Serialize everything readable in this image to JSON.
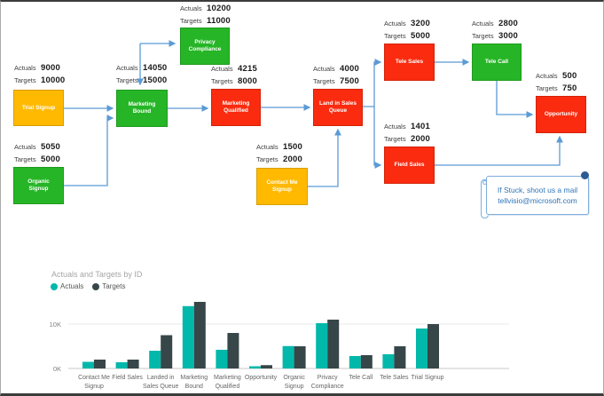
{
  "stat_labels": {
    "actuals": "Actuals",
    "targets": "Targets"
  },
  "flow": {
    "nodes": [
      {
        "id": "trial-signup",
        "label": "Trial Signup",
        "actuals": 9000,
        "targets": 10000,
        "fill": "#FFB900",
        "border": "#d89e00",
        "status": "amber"
      },
      {
        "id": "organic-signup",
        "label": "Organic Signup",
        "actuals": 5050,
        "targets": 5000,
        "fill": "#26B526",
        "border": "#1d9a1d",
        "status": "green"
      },
      {
        "id": "marketing-bound",
        "label": "Marketing Bound",
        "actuals": 14050,
        "targets": 15000,
        "fill": "#26B526",
        "border": "#1d9a1d",
        "status": "green"
      },
      {
        "id": "privacy-compliance",
        "label": "Privacy Compliance",
        "actuals": 10200,
        "targets": 11000,
        "fill": "#26B526",
        "border": "#1d9a1d",
        "status": "green"
      },
      {
        "id": "marketing-qualified",
        "label": "Marketing Qualified",
        "actuals": 4215,
        "targets": 8000,
        "fill": "#FA2B0F",
        "border": "#d42408",
        "status": "red"
      },
      {
        "id": "land-in-sales-queue",
        "label": "Land in Sales Queue",
        "actuals": 4000,
        "targets": 7500,
        "fill": "#FA2B0F",
        "border": "#d42408",
        "status": "red"
      },
      {
        "id": "contact-me-signup",
        "label": "Contact Me Signup",
        "actuals": 1500,
        "targets": 2000,
        "fill": "#FFB900",
        "border": "#d89e00",
        "status": "amber"
      },
      {
        "id": "tele-sales",
        "label": "Tele Sales",
        "actuals": 3200,
        "targets": 5000,
        "fill": "#FA2B0F",
        "border": "#d42408",
        "status": "red"
      },
      {
        "id": "tele-call",
        "label": "Tele Call",
        "actuals": 2800,
        "targets": 3000,
        "fill": "#26B526",
        "border": "#1d9a1d",
        "status": "green"
      },
      {
        "id": "field-sales",
        "label": "Field Sales",
        "actuals": 1401,
        "targets": 2000,
        "fill": "#FA2B0F",
        "border": "#d42408",
        "status": "red"
      },
      {
        "id": "opportunity",
        "label": "Opportunity",
        "actuals": 500,
        "targets": 750,
        "fill": "#FA2B0F",
        "border": "#d42408",
        "status": "red"
      }
    ],
    "edges": [
      {
        "from": "trial-signup",
        "to": "marketing-bound"
      },
      {
        "from": "organic-signup",
        "to": "marketing-bound"
      },
      {
        "from": "marketing-bound",
        "to": "privacy-compliance"
      },
      {
        "from": "privacy-compliance",
        "to": "marketing-bound"
      },
      {
        "from": "marketing-bound",
        "to": "marketing-qualified"
      },
      {
        "from": "marketing-qualified",
        "to": "land-in-sales-queue"
      },
      {
        "from": "contact-me-signup",
        "to": "land-in-sales-queue"
      },
      {
        "from": "land-in-sales-queue",
        "to": "tele-sales"
      },
      {
        "from": "land-in-sales-queue",
        "to": "field-sales"
      },
      {
        "from": "tele-sales",
        "to": "tele-call"
      },
      {
        "from": "tele-call",
        "to": "opportunity"
      },
      {
        "from": "field-sales",
        "to": "opportunity"
      }
    ],
    "connector_color": "#5B9BD5",
    "note": {
      "line1": "If Stuck, shoot us a mail",
      "line2": "tellvisio@microsoft.com",
      "text_color": "#2e75b6"
    }
  },
  "chart_data": {
    "type": "bar",
    "title": "Actuals and Targets by ID",
    "categories": [
      "Contact Me Signup",
      "Field Sales",
      "Landed in Sales Queue",
      "Marketing Bound",
      "Marketing Qualified",
      "Opportunity",
      "Organic Signup",
      "Privacy Compliance",
      "Tele Call",
      "Tele Sales",
      "Trial Signup"
    ],
    "category_label_lines": [
      [
        "Contact Me",
        "Signup"
      ],
      [
        "Field Sales"
      ],
      [
        "Landed in",
        "Sales Queue"
      ],
      [
        "Marketing",
        "Bound"
      ],
      [
        "Marketing",
        "Qualified"
      ],
      [
        "Opportunity"
      ],
      [
        "Organic",
        "Signup"
      ],
      [
        "Privacy",
        "Compliance"
      ],
      [
        "Tele Call"
      ],
      [
        "Tele Sales"
      ],
      [
        "Trial Signup"
      ]
    ],
    "series": [
      {
        "name": "Actuals",
        "color": "#01B8AA",
        "values": [
          1500,
          1401,
          4000,
          14050,
          4215,
          500,
          5050,
          10200,
          2800,
          3200,
          9000
        ]
      },
      {
        "name": "Targets",
        "color": "#374649",
        "values": [
          2000,
          2000,
          7500,
          15000,
          8000,
          750,
          5000,
          11000,
          3000,
          5000,
          10000
        ]
      }
    ],
    "xlabel": "",
    "ylabel": "",
    "ylim": [
      0,
      15000
    ],
    "yticks": [
      {
        "value": 0,
        "label": "0K"
      },
      {
        "value": 10000,
        "label": "10K"
      }
    ],
    "grid": true,
    "legend_position": "top-left"
  }
}
